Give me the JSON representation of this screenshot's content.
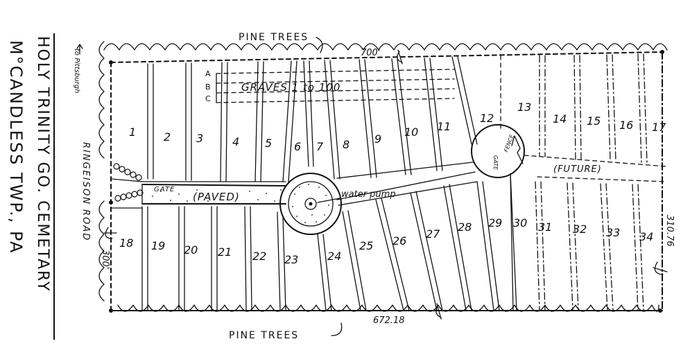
{
  "title": {
    "line1": "HOLY TRINITY GO. CEMETARY",
    "line2": "M°CANDLESS TWP., PA"
  },
  "labels": {
    "pine_trees_top": "PINE TREES",
    "pine_trees_bottom": "PINE TREES",
    "dim_top": "700'",
    "dim_bottom": "672.18",
    "dim_left": "300'",
    "dim_right": "310.76",
    "road": "RINGEISON ROAD",
    "to_pittsburgh": "to Pittsburgh",
    "graves": "GRAVES 1 to 100",
    "row_a": "A",
    "row_b": "B",
    "row_c": "C",
    "gate_left": "GATE",
    "paved": "(PAVED)",
    "water_pump": "water pump",
    "fence": "FENCE",
    "gate_right": "GATE",
    "future": "(FUTURE)"
  },
  "sections": [
    "1",
    "2",
    "3",
    "4",
    "5",
    "6",
    "7",
    "8",
    "9",
    "10",
    "11",
    "12",
    "13",
    "14",
    "15",
    "16",
    "17",
    "18",
    "19",
    "20",
    "21",
    "22",
    "23",
    "24",
    "25",
    "26",
    "27",
    "28",
    "29",
    "30",
    "31",
    "32",
    "33",
    "34"
  ]
}
